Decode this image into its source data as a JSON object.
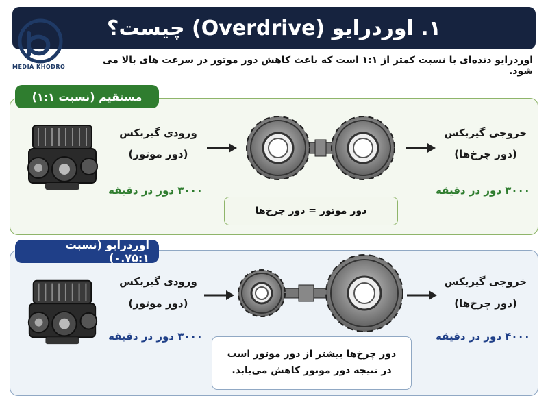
{
  "header": {
    "title": "۱. اوردرایو (Overdrive) چیست؟"
  },
  "brand": {
    "logo_text": "MEDIA KHODRO"
  },
  "intro": {
    "text": "اوردرایو دنده‌ای با نسبت کمتر از ۱:۱ است که باعث کاهش دور موتور در سرعت های بالا می شود."
  },
  "direct": {
    "tab_label": "مستقیم (نسبت ۱:۱)",
    "input_label_1": "ورودی گیربکس",
    "input_label_2": "(دور موتور)",
    "input_rpm": "۳۰۰۰ دور در دقیقه",
    "output_label_1": "خروجی گیربکس",
    "output_label_2": "(دور چرخ‌ها)",
    "output_rpm": "۳۰۰۰ دور در دقیقه",
    "note": "دور موتور = دور چرخ‌ها"
  },
  "overdrive": {
    "tab_label": "اوردرایو (نسبت ۰.۷۵:۱)",
    "input_label_1": "ورودی گیربکس",
    "input_label_2": "(دور موتور)",
    "input_rpm": "۳۰۰۰ دور در دقیقه",
    "output_label_1": "خروجی گیربکس",
    "output_label_2": "(دور چرخ‌ها)",
    "output_rpm": "۴۰۰۰ دور در دقیقه",
    "note_line_1": "دور چرخ‌ها بیشتر از دور موتور است",
    "note_line_2": "در نتیجه دور موتور کاهش می‌یابد."
  },
  "colors": {
    "navy": "#16233f",
    "green": "#2f7d2f",
    "blue": "#1f3f88"
  }
}
